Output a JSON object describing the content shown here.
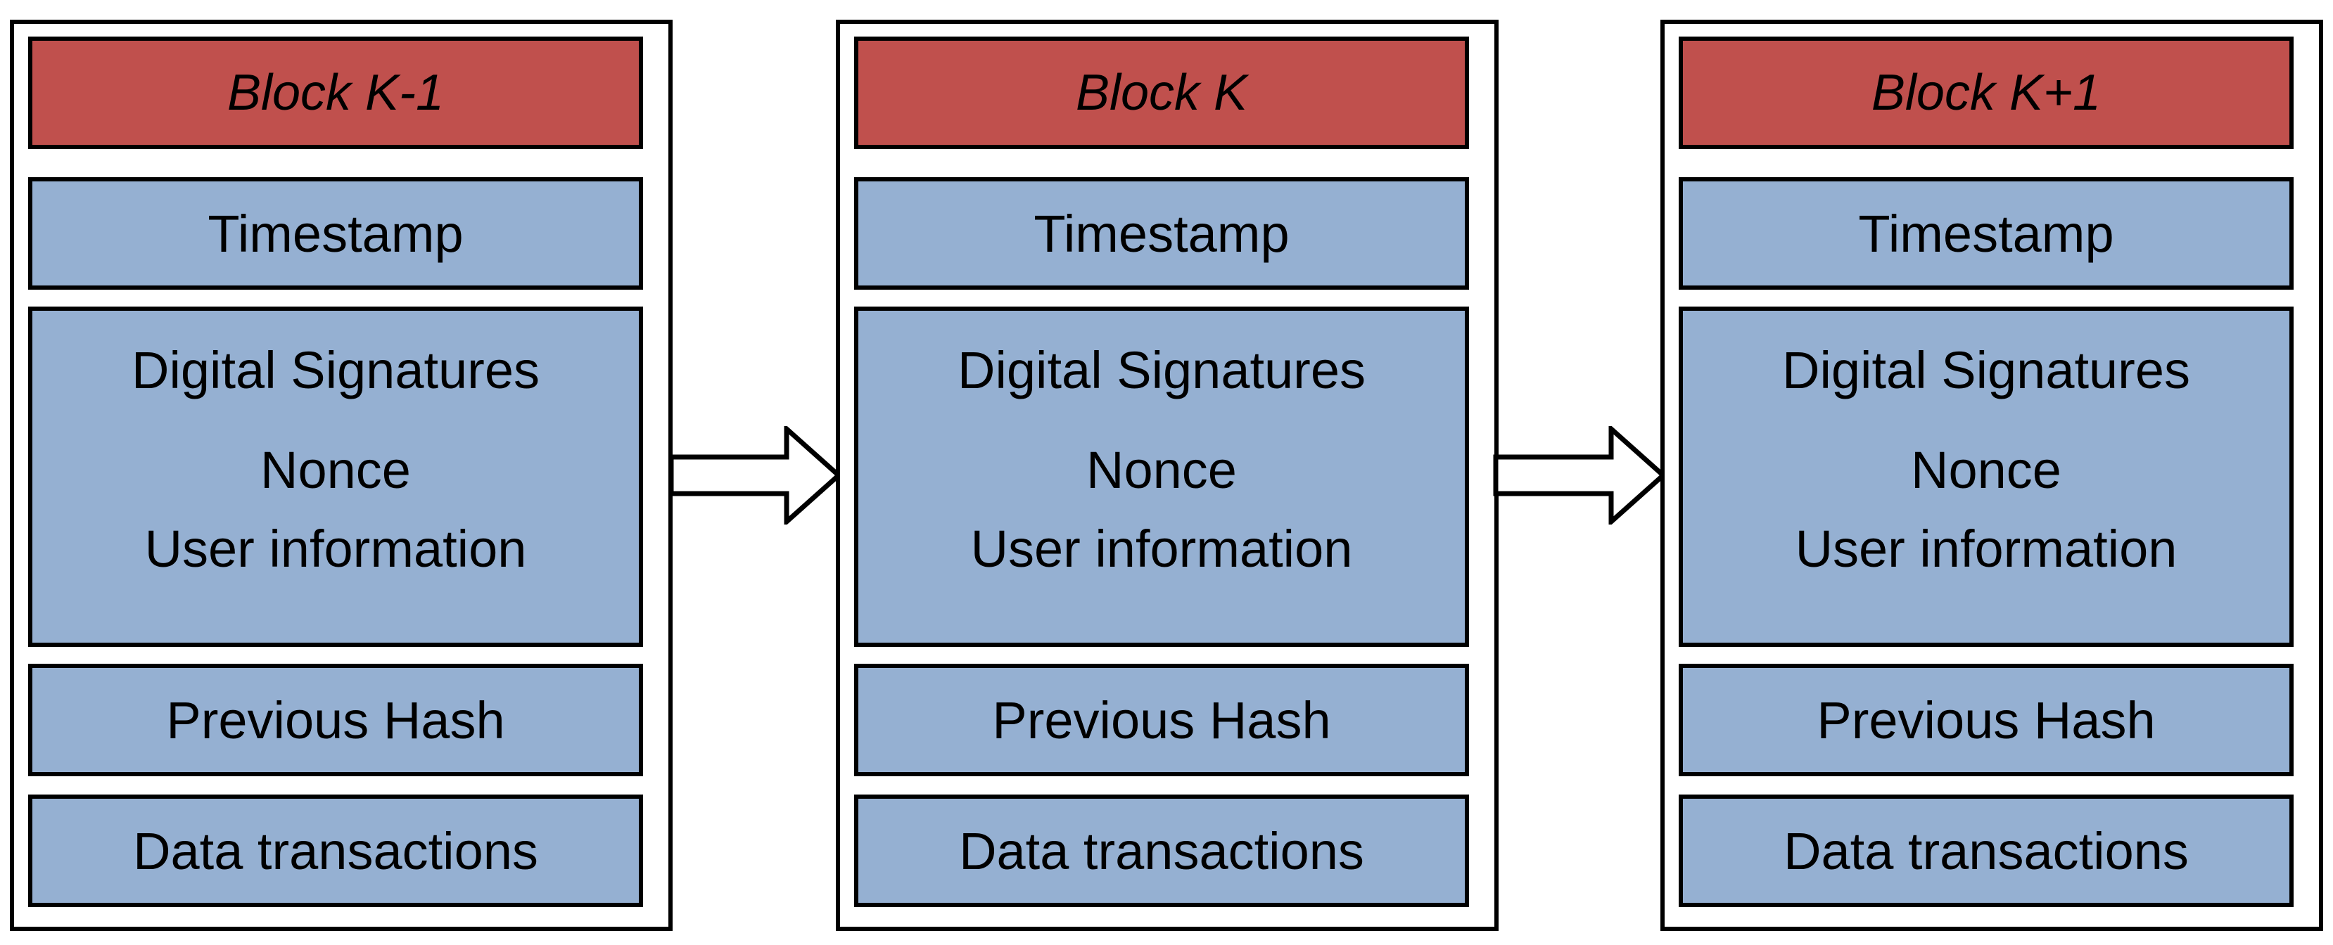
{
  "colors": {
    "header_fill": "#c0504d",
    "field_fill": "#95b0d2",
    "outline": "#000000"
  },
  "blocks": [
    {
      "title": "Block K-1",
      "timestamp": "Timestamp",
      "signatures": "Digital Signatures",
      "nonce": "Nonce",
      "user_info": "User information",
      "previous_hash": "Previous Hash",
      "data_transactions": "Data transactions"
    },
    {
      "title": "Block K",
      "timestamp": "Timestamp",
      "signatures": "Digital Signatures",
      "nonce": "Nonce",
      "user_info": "User information",
      "previous_hash": "Previous Hash",
      "data_transactions": "Data transactions"
    },
    {
      "title": "Block K+1",
      "timestamp": "Timestamp",
      "signatures": "Digital Signatures",
      "nonce": "Nonce",
      "user_info": "User information",
      "previous_hash": "Previous Hash",
      "data_transactions": "Data transactions"
    }
  ],
  "arrows": [
    {
      "icon": "right-hollow-arrow-icon",
      "from": "Block K-1",
      "to": "Block K"
    },
    {
      "icon": "right-hollow-arrow-icon",
      "from": "Block K",
      "to": "Block K+1"
    }
  ]
}
